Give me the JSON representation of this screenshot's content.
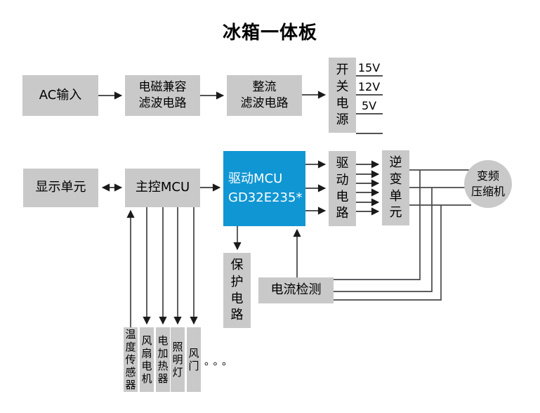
{
  "title": "冰箱一体板",
  "colors": {
    "accent": "#1096d3",
    "box_gray": "#c9c9c9",
    "line_dark": "#1a1a1a",
    "line_gray": "#48484a",
    "text": "#000000",
    "mcu_text": "#ffffff",
    "background": "#ffffff"
  },
  "blocks": {
    "ac_input": "AC输入",
    "emc_filter": "电磁兼容\n滤波电路",
    "rectifier_filter": "整流\n滤波电路",
    "switch_power": "开关电源",
    "power_rails": [
      "15V",
      "12V",
      "5V"
    ],
    "display_unit": "显示单元",
    "main_mcu": "主控MCU",
    "drive_mcu": "驱动MCU\nGD32E235*",
    "drive_circuit": "驱动电路",
    "inverter_unit": "逆变单元",
    "compressor": "变频\n压缩机",
    "protection": "保护电路",
    "current_detect": "电流检测",
    "loads": [
      "温度传感器",
      "风扇电机",
      "电加热器",
      "照明灯",
      "风门"
    ],
    "ellipsis": "。。。"
  }
}
